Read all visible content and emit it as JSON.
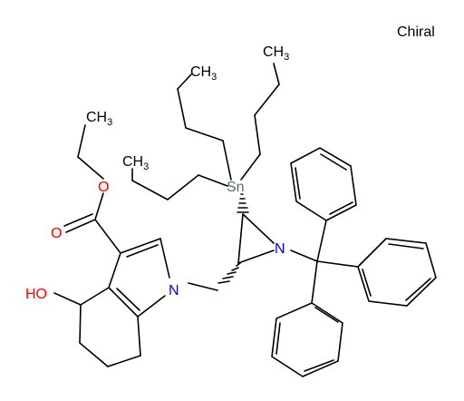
{
  "diagram": {
    "chirality_label": "Chiral",
    "atoms": {
      "tin": "Sn",
      "nitrogen_aziridine": "N",
      "nitrogen_indole": "N",
      "oxygen_ester_single": "O",
      "oxygen_ester_double": "O",
      "hydroxyl": "HO"
    },
    "methyl_groups": [
      {
        "main": "CH",
        "sub": "3"
      },
      {
        "main": "CH",
        "sub": "3"
      },
      {
        "main": "CH",
        "sub": "3"
      },
      {
        "main": "CH",
        "sub": "3"
      }
    ],
    "colors": {
      "bond": "#000000",
      "oxygen": "#ff0000",
      "nitrogen": "#0000ff",
      "tin": "#5a6a6a"
    }
  }
}
